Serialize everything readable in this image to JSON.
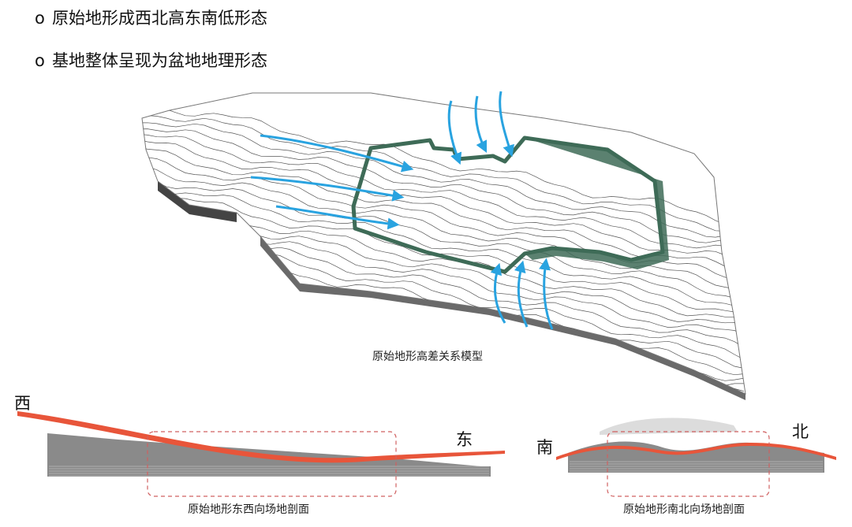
{
  "bullets": [
    {
      "marker": "o",
      "text": "原始地形成西北高东南低形态"
    },
    {
      "marker": "o",
      "text": "基地整体呈现为盆地地理形态"
    }
  ],
  "model_caption": "原始地形高差关系模型",
  "section_ew": {
    "caption": "原始地形东西向场地剖面",
    "west": "西",
    "east": "东"
  },
  "section_ns": {
    "caption": "原始地形南北向场地剖面",
    "south": "南",
    "north": "北"
  },
  "colors": {
    "arrow": "#29a3e0",
    "boundary": "#3e6b57",
    "section_line": "#e8553a",
    "contour": "#555555",
    "dashed_box": "#d06060"
  }
}
